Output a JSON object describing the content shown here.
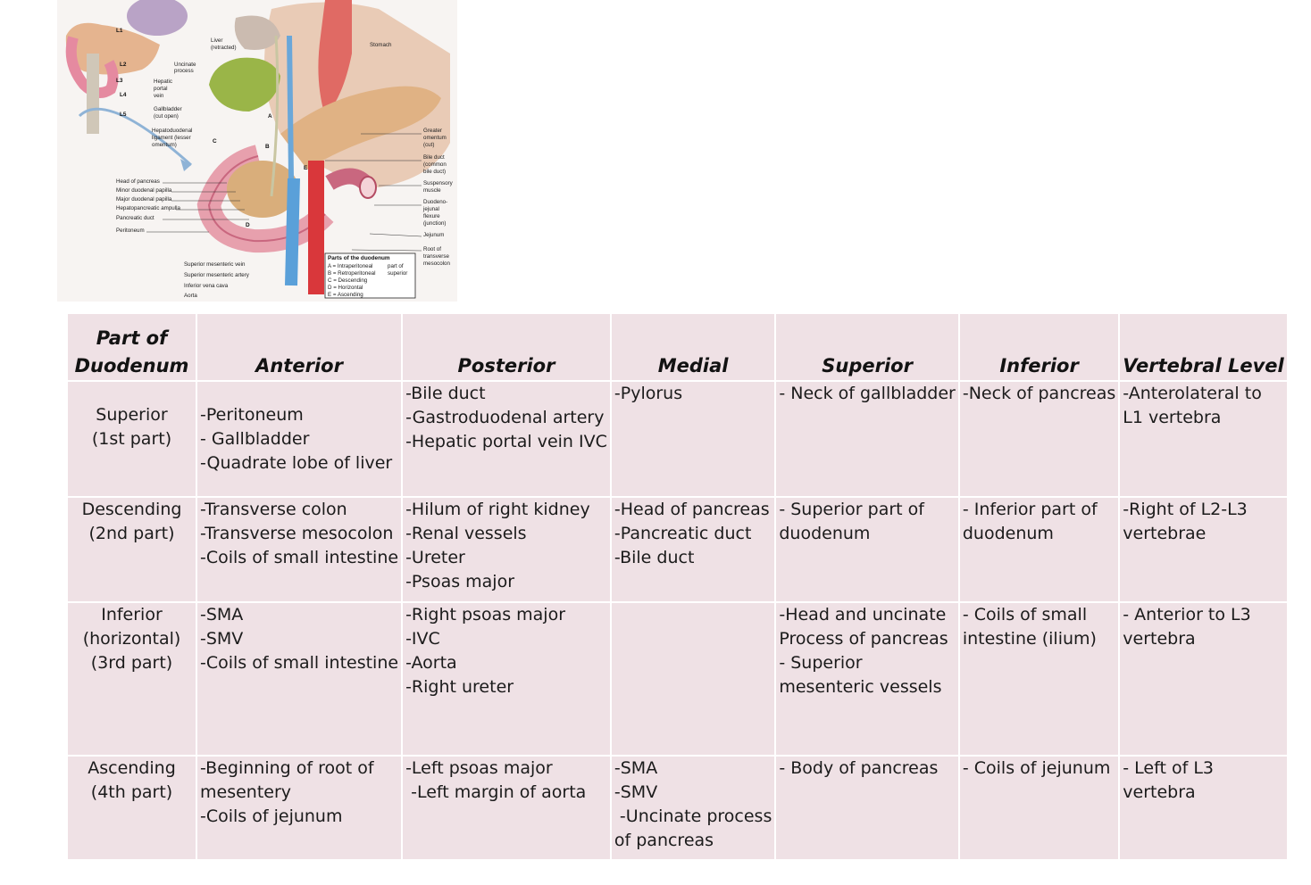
{
  "figure": {
    "labels": {
      "liver": "Liver",
      "liver_retracted": "(retracted)",
      "stomach": "Stomach",
      "uncinate": "Uncinate",
      "uncinate2": "process",
      "hepatic": "Hepatic",
      "hepatic2": "portal",
      "hepatic3": "vein",
      "gallbladder": "Gallbladder",
      "gallbladder2": "(cut open)",
      "hepatoduodenal": "Hepatoduodenal",
      "hepatoduodenal2": "ligament (lesser",
      "hepatoduodenal3": "omentum)",
      "head_pancreas": "Head of pancreas",
      "minor_papilla": "Minor duodenal papilla",
      "major_papilla": "Major duodenal papilla",
      "ampulla": "Hepatopancreatic ampulla",
      "pancreatic_duct": "Pancreatic duct",
      "peritoneum": "Peritoneum",
      "greater_omentum": "Greater",
      "greater_omentum2": "omentum",
      "greater_omentum3": "(cut)",
      "bile_duct": "Bile duct",
      "bile_duct2": "(common",
      "bile_duct3": "bile duct)",
      "suspensory": "Suspensory",
      "suspensory2": "muscle",
      "dj": "Duodeno-",
      "dj2": "jejunal",
      "dj3": "flexure",
      "dj4": "(junction)",
      "jejunum": "Jejunum",
      "root": "Root of",
      "root2": "transverse",
      "root3": "mesocolon",
      "smv": "Superior mesenteric vein",
      "sma": "Superior mesenteric artery",
      "ivc": "Inferior vena cava",
      "aorta": "Aorta",
      "L1": "L1",
      "L2": "L2",
      "L3": "L3",
      "L4": "L4",
      "L5": "L5",
      "A": "A",
      "B": "B",
      "C": "C",
      "D": "D",
      "E": "E",
      "legend_title": "Parts of the duodenum",
      "legend_a": "A = Intraperitoneal",
      "legend_b": "B = Retroperitoneal",
      "legend_ab_note": "part of",
      "legend_ab_note2": "superior",
      "legend_c": "C = Descending",
      "legend_d": "D = Horizontal",
      "legend_e": "E = Ascending"
    }
  },
  "table": {
    "headers": {
      "part_line1": "Part of",
      "part_line2": "Duodenum",
      "anterior": "Anterior",
      "posterior": "Posterior",
      "medial": "Medial",
      "superior": "Superior",
      "inferior": "Inferior",
      "vertebral": "Vertebral Level"
    },
    "rows": [
      {
        "part": [
          "Superior",
          "(1st part)"
        ],
        "anterior": [
          "-Peritoneum",
          "- Gallbladder",
          "-Quadrate lobe of liver"
        ],
        "posterior": [
          "-Bile duct",
          "-Gastroduodenal artery",
          "-Hepatic portal vein IVC"
        ],
        "medial": [
          "-Pylorus"
        ],
        "superior": [
          "- Neck of gallbladder"
        ],
        "inferior": [
          "-Neck of pancreas"
        ],
        "vertebral": [
          "-Anterolateral to",
          "L1 vertebra"
        ]
      },
      {
        "part": [
          "Descending",
          "(2nd part)"
        ],
        "anterior": [
          "-Transverse colon",
          "-Transverse mesocolon",
          "-Coils of small intestine"
        ],
        "posterior": [
          "-Hilum of right kidney",
          "-Renal vessels",
          "-Ureter",
          "-Psoas major"
        ],
        "medial": [
          "-Head of pancreas",
          "-Pancreatic duct",
          "-Bile duct"
        ],
        "superior": [
          "- Superior part of",
          "duodenum"
        ],
        "inferior": [
          "- Inferior part of",
          "duodenum"
        ],
        "vertebral": [
          "-Right of L2-L3",
          "vertebrae"
        ]
      },
      {
        "part": [
          "Inferior",
          "(horizontal)",
          "(3rd part)"
        ],
        "anterior": [
          "-SMA",
          "-SMV",
          "-Coils of small intestine"
        ],
        "posterior": [
          "-Right psoas major",
          "-IVC",
          "-Aorta",
          "-Right ureter"
        ],
        "medial": [],
        "superior": [
          "-Head and uncinate",
          "Process of pancreas",
          "- Superior",
          "mesenteric vessels"
        ],
        "inferior": [
          "- Coils of small",
          "intestine (ilium)"
        ],
        "vertebral": [
          "- Anterior to L3",
          "vertebra"
        ]
      },
      {
        "part": [
          "Ascending",
          "(4th part)"
        ],
        "anterior": [
          "-Beginning of root of",
          "mesentery",
          "-Coils of jejunum"
        ],
        "posterior": [
          "-Left psoas major",
          " -Left margin of aorta"
        ],
        "medial": [
          "-SMA",
          "-SMV",
          " -Uncinate process",
          "of pancreas"
        ],
        "superior": [
          "- Body of pancreas"
        ],
        "inferior": [
          "- Coils of jejunum"
        ],
        "vertebral": [
          "- Left of L3",
          "vertebra"
        ]
      }
    ]
  }
}
